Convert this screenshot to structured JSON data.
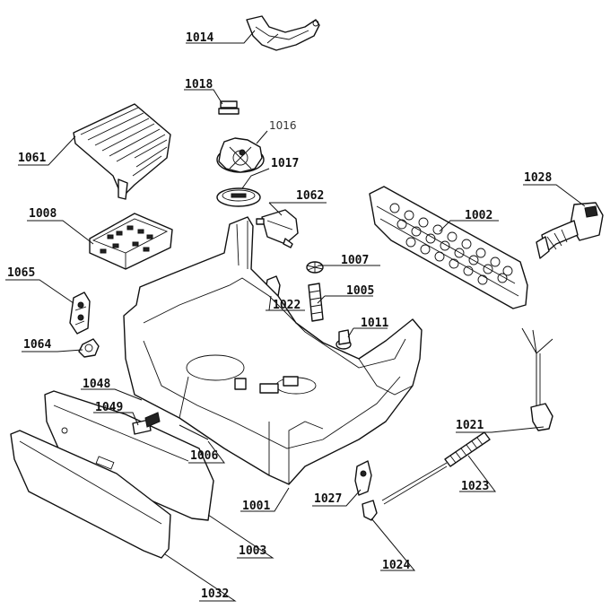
{
  "parts": [
    {
      "id": "p1014",
      "label": "1014"
    },
    {
      "id": "p1018",
      "label": "1018"
    },
    {
      "id": "p1016",
      "label": "1016"
    },
    {
      "id": "p1061",
      "label": "1061"
    },
    {
      "id": "p1017",
      "label": "1017"
    },
    {
      "id": "p1028",
      "label": "1028"
    },
    {
      "id": "p1008",
      "label": "1008"
    },
    {
      "id": "p1062",
      "label": "1062"
    },
    {
      "id": "p1002",
      "label": "1002"
    },
    {
      "id": "p1007",
      "label": "1007"
    },
    {
      "id": "p1065",
      "label": "1065"
    },
    {
      "id": "p1005",
      "label": "1005"
    },
    {
      "id": "p1022",
      "label": "1022"
    },
    {
      "id": "p1011",
      "label": "1011"
    },
    {
      "id": "p1064",
      "label": "1064"
    },
    {
      "id": "p1048",
      "label": "1048"
    },
    {
      "id": "p1049",
      "label": "1049"
    },
    {
      "id": "p1021",
      "label": "1021"
    },
    {
      "id": "p1006",
      "label": "1006"
    },
    {
      "id": "p1023",
      "label": "1023"
    },
    {
      "id": "p1027",
      "label": "1027"
    },
    {
      "id": "p1001",
      "label": "1001"
    },
    {
      "id": "p1003",
      "label": "1003"
    },
    {
      "id": "p1024",
      "label": "1024"
    },
    {
      "id": "p1032",
      "label": "1032"
    }
  ]
}
